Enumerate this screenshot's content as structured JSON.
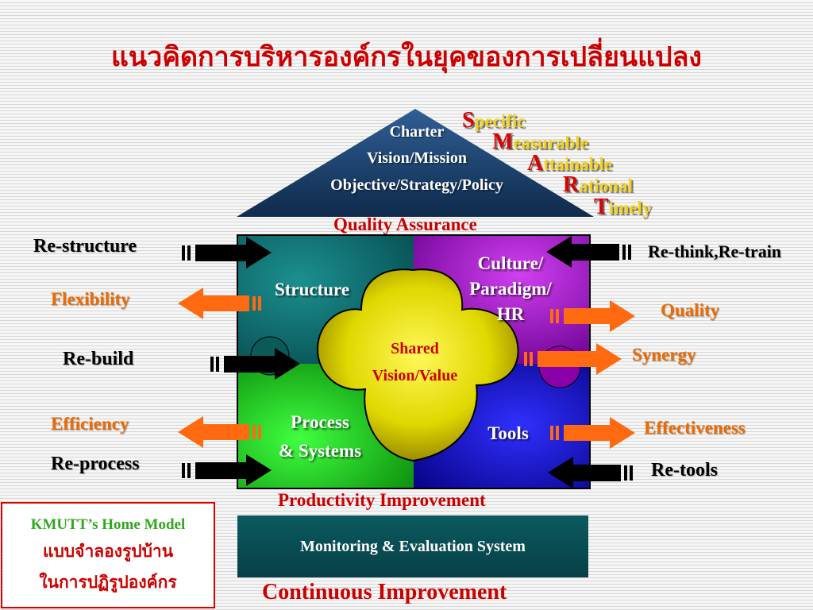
{
  "title": "แนวคิดการบริหารองค์กรในยุคของการเปลี่ยนแปลง",
  "roof": {
    "line1": "Charter",
    "line2": "Vision/Mission",
    "line3": "Objective/Strategy/Policy"
  },
  "smart": [
    {
      "first": "S",
      "rest": "pecific"
    },
    {
      "first": "M",
      "rest": "easurable"
    },
    {
      "first": "A",
      "rest": "ttainable"
    },
    {
      "first": "R",
      "rest": "ational"
    },
    {
      "first": "T",
      "rest": "imely"
    }
  ],
  "quality_assurance": "Quality Assurance",
  "quadrants": {
    "structure": "Structure",
    "culture_line1": "Culture/",
    "culture_line2": "Paradigm/",
    "culture_line3": "HR",
    "process_line1": "Process",
    "process_line2": "& Systems",
    "tools": "Tools"
  },
  "center": {
    "line1": "Shared",
    "line2": "Vision/Value"
  },
  "left_labels": {
    "restructure": "Re-structure",
    "flexibility": "Flexibility",
    "rebuild": "Re-build",
    "efficiency": "Efficiency",
    "reprocess": "Re-process"
  },
  "right_labels": {
    "rethink": "Re-think,Re-train",
    "quality": "Quality",
    "synergy": "Synergy",
    "effectiveness": "Effectiveness",
    "retools": "Re-tools"
  },
  "productivity": "Productivity Improvement",
  "monitoring": "Monitoring & Evaluation System",
  "continuous": "Continuous Improvement",
  "kmutt": {
    "line1": "KMUTT’s Home Model",
    "line2": "แบบจำลองรูปบ้าน",
    "line3": "ในการปฏิรูปองค์กร"
  },
  "colors": {
    "structure": "#0a6e70",
    "culture": "#a000c0",
    "process": "#18c21a",
    "tools": "#1010d0",
    "center": "#e8e000",
    "roof": "#1a3d6a",
    "arrow_black": "#000000",
    "arrow_orange": "#ff6a10"
  }
}
